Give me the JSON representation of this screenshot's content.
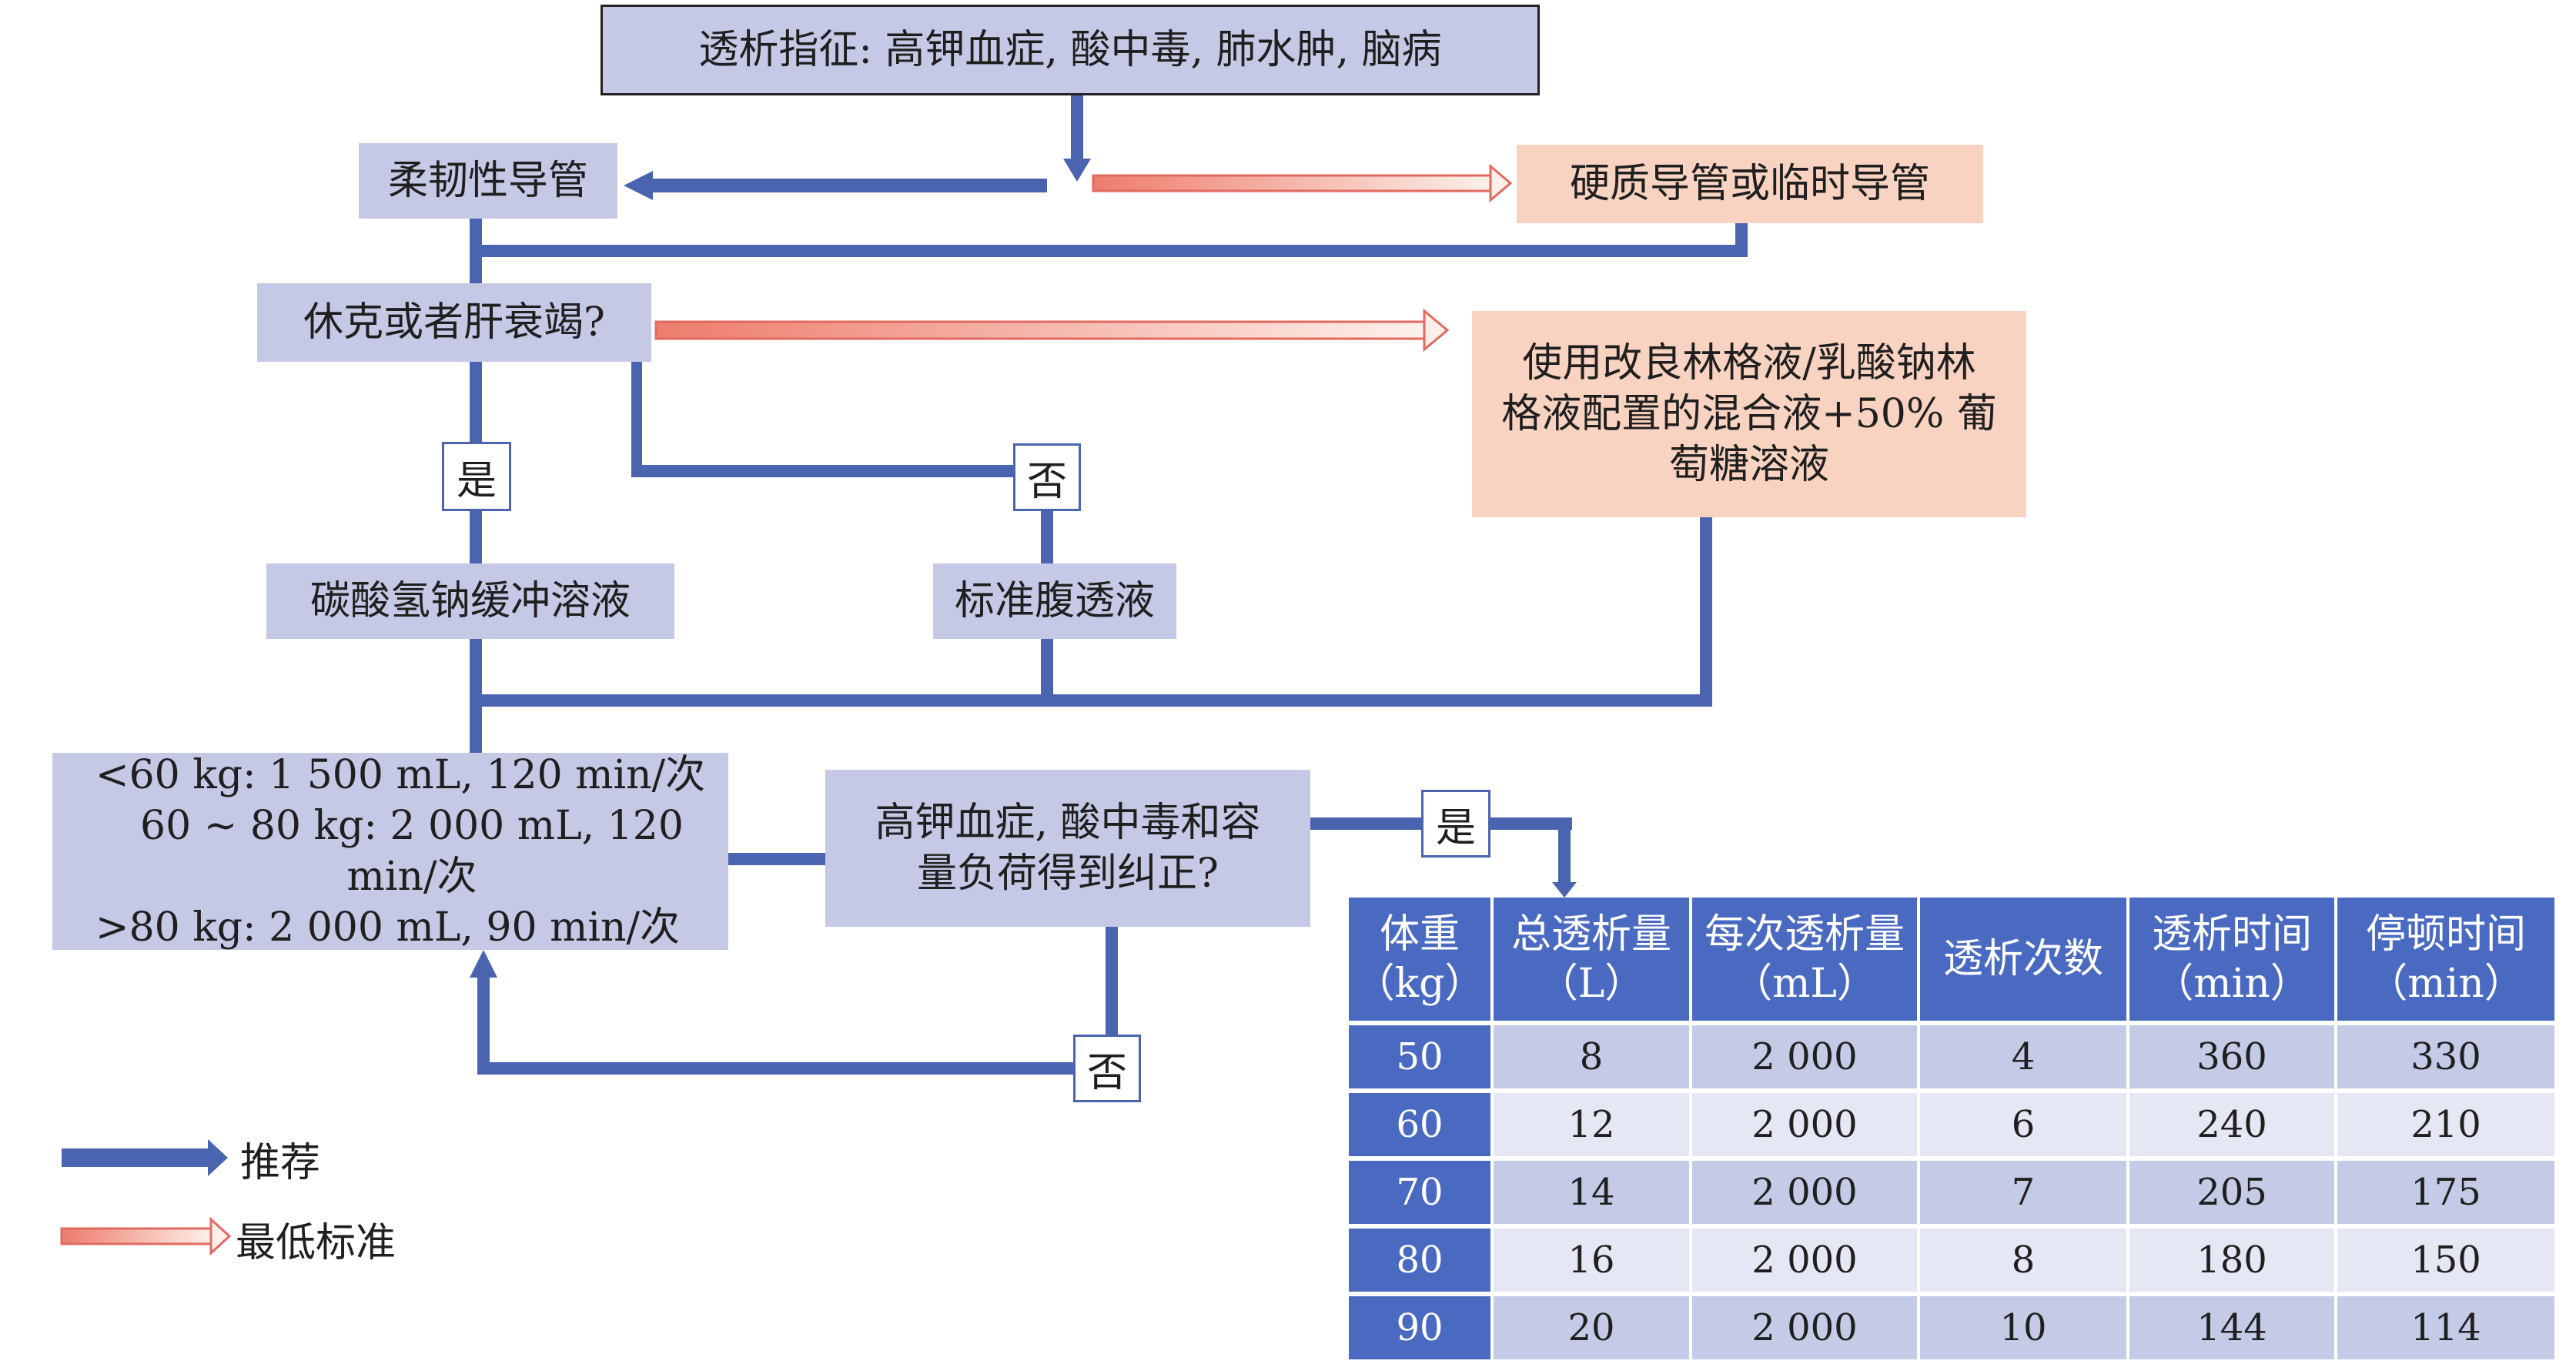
{
  "flowchart": {
    "indication": "透析指征: 高钾血症, 酸中毒, 肺水肿, 脑病",
    "flexible_catheter": "柔韧性导管",
    "rigid_catheter": "硬质导管或临时导管",
    "shock_question": "休克或者肝衰竭?",
    "lactate_solution": [
      "使用改良林格液/乳酸钠林",
      "格液配置的混合液+50% 葡",
      "萄糖溶液"
    ],
    "yes_label": "是",
    "no_label": "否",
    "bicarbonate": "碳酸氢钠缓冲溶液",
    "standard_pd": "标准腹透液",
    "dosing": [
      "<60 kg: 1 500 mL, 120 min/次",
      "60 ~ 80 kg: 2 000 mL, 120 min/次",
      ">80 kg: 2 000 mL, 90 min/次"
    ],
    "corrected_question": [
      "高钾血症, 酸中毒和容",
      "量负荷得到纠正?"
    ],
    "yes_label_2": "是",
    "no_label_2": "否"
  },
  "legend": {
    "recommended": "推荐",
    "minimum_standard": "最低标准"
  },
  "colors": {
    "arrow_blue": "#4a64b0",
    "box_blue": "#c5c9e5",
    "box_peach": "#f9d3c1",
    "gradient_start": "#ee7c6c",
    "table_header": "#4a6ac2"
  },
  "table": {
    "headers": [
      [
        "体重",
        "（kg）"
      ],
      [
        "总透析量",
        "（L）"
      ],
      [
        "每次透析量",
        "（mL）"
      ],
      [
        "透析次数",
        ""
      ],
      [
        "透析时间",
        "（min）"
      ],
      [
        "停顿时间",
        "（min）"
      ]
    ],
    "rows": [
      [
        "50",
        "8",
        "2 000",
        "4",
        "360",
        "330"
      ],
      [
        "60",
        "12",
        "2 000",
        "6",
        "240",
        "210"
      ],
      [
        "70",
        "14",
        "2 000",
        "7",
        "205",
        "175"
      ],
      [
        "80",
        "16",
        "2 000",
        "8",
        "180",
        "150"
      ],
      [
        "90",
        "20",
        "2 000",
        "10",
        "144",
        "114"
      ]
    ]
  }
}
